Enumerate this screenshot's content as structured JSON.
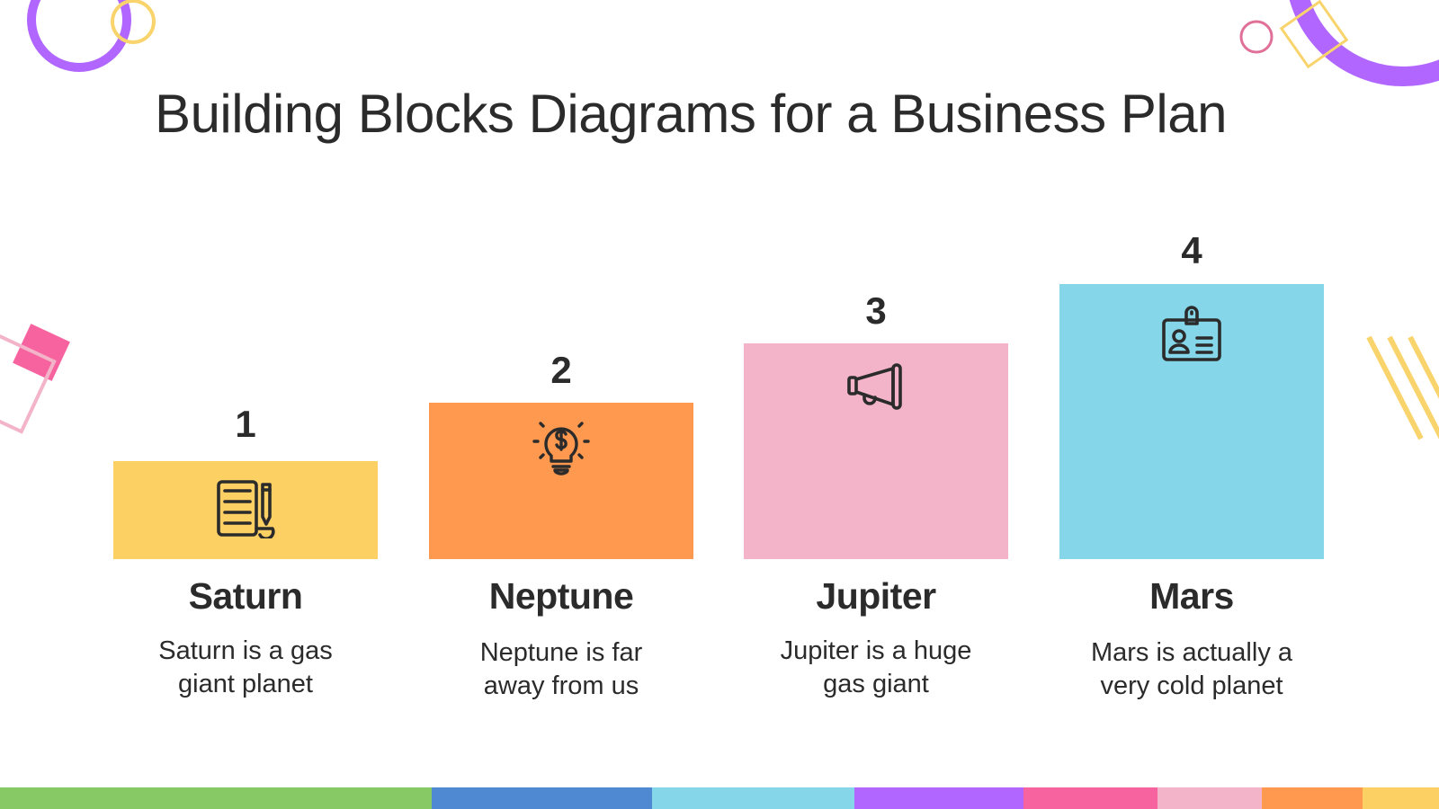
{
  "slide": {
    "title": "Building Blocks Diagrams for a Business Plan"
  },
  "blocks": [
    {
      "number": "1",
      "name": "Saturn",
      "desc_line1": "Saturn is a gas",
      "desc_line2": "giant planet",
      "color": "#FDD063",
      "icon": "notepad-pencil-icon"
    },
    {
      "number": "2",
      "name": "Neptune",
      "desc_line1": "Neptune is far",
      "desc_line2": "away from us",
      "color": "#FE994F",
      "icon": "lightbulb-dollar-icon"
    },
    {
      "number": "3",
      "name": "Jupiter",
      "desc_line1": "Jupiter is a huge",
      "desc_line2": "gas giant",
      "color": "#F3B4C9",
      "icon": "megaphone-icon"
    },
    {
      "number": "4",
      "name": "Mars",
      "desc_line1": "Mars is actually a",
      "desc_line2": "very cold planet",
      "color": "#84D6E8",
      "icon": "id-badge-icon"
    }
  ],
  "bottom_bar_colors": [
    "#86C965",
    "#4F89D1",
    "#84D6E8",
    "#B066FF",
    "#F7639E",
    "#F3B4C9",
    "#FE994F",
    "#FDD063"
  ],
  "decor_colors": {
    "purple": "#B066FF",
    "yellow": "#F9D46C",
    "pink": "#F7639E",
    "light_pink": "#F3B4C9",
    "rose": "#E07098"
  }
}
